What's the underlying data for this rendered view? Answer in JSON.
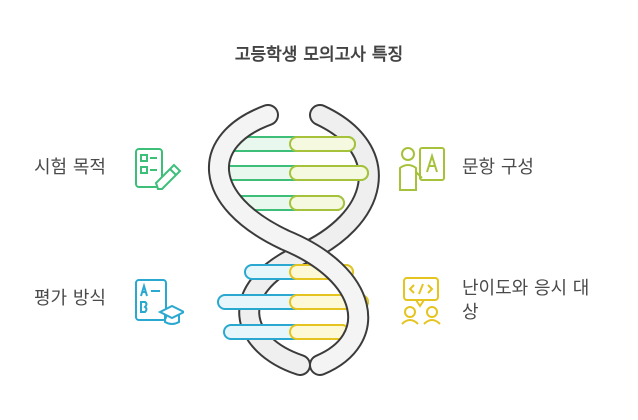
{
  "title": "고등학생 모의고사 특징",
  "items": [
    {
      "label": "시험 목적",
      "icon": "checklist-pencil-icon",
      "color": "#3dbf7a"
    },
    {
      "label": "문항 구성",
      "icon": "teacher-board-icon",
      "color": "#a6c23a"
    },
    {
      "label": "평가 방식",
      "icon": "grades-graduation-cap-icon",
      "color": "#2aa8cf"
    },
    {
      "label": "난이도와 응시 대상",
      "icon": "code-chat-people-icon",
      "color": "#e6c41f"
    }
  ]
}
